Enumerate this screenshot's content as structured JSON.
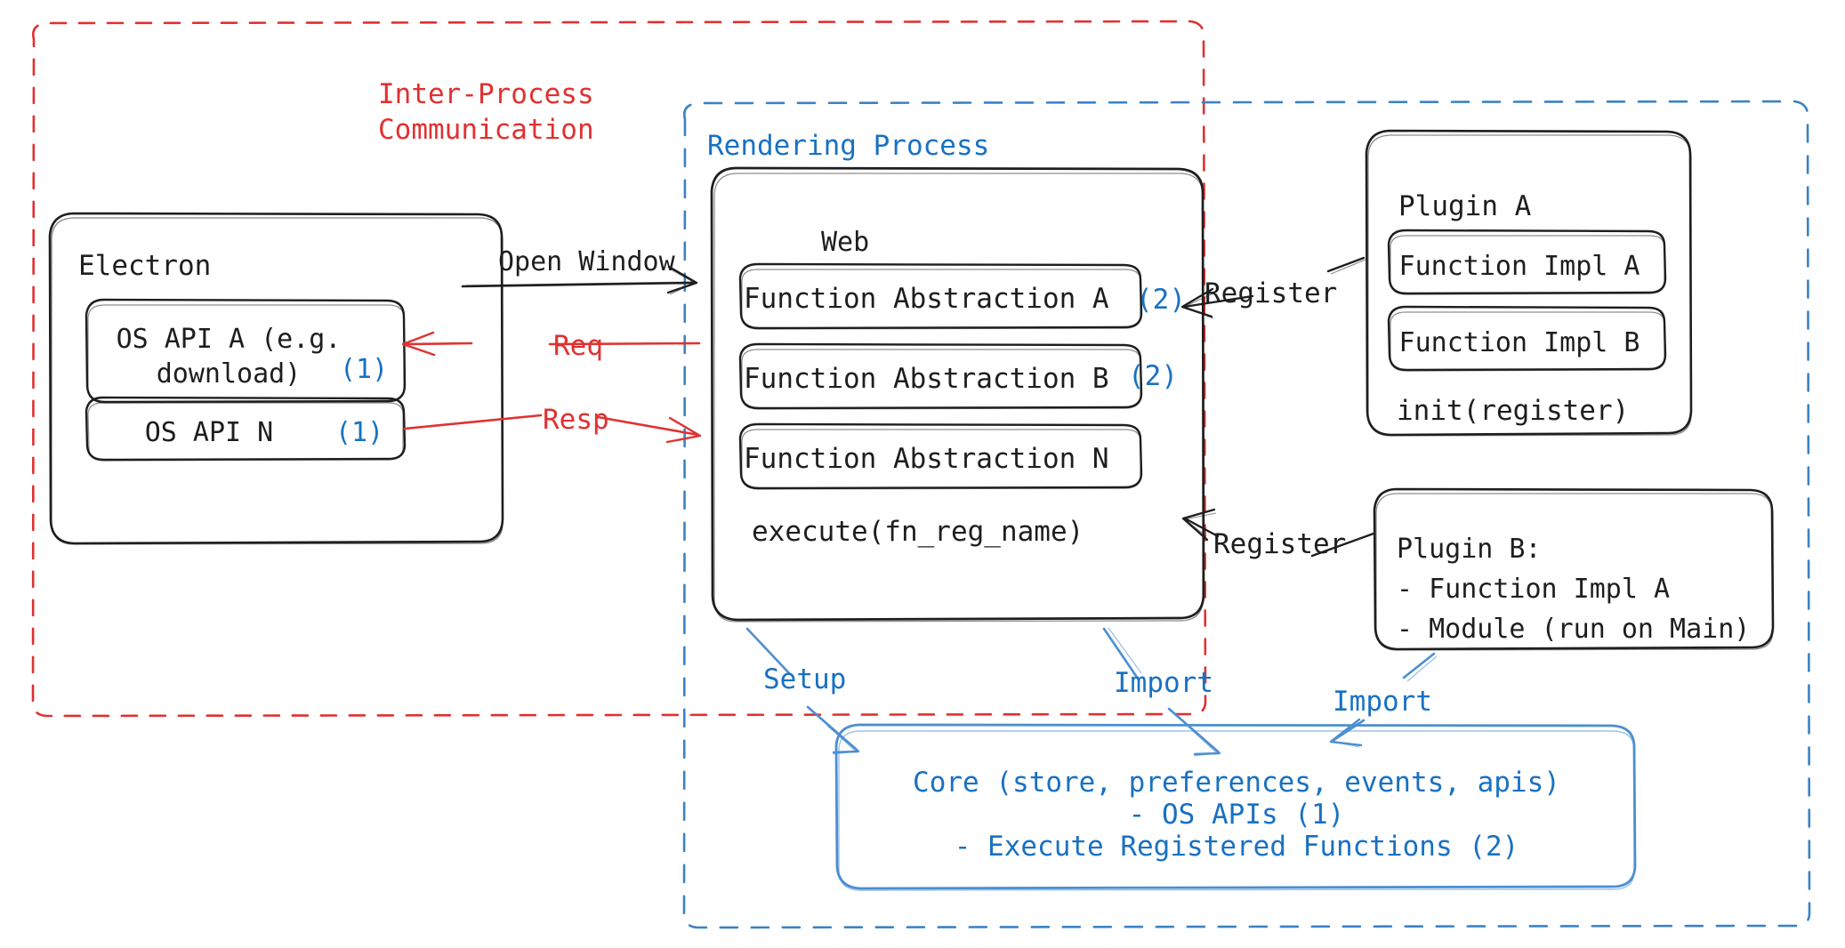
{
  "diagram": {
    "title": "Electron plugin architecture diagram",
    "colors": {
      "ink": "#1e1e1e",
      "red": "#e03131",
      "blue": "#1971c2",
      "blue_light": "#4c8fd0"
    },
    "regions": {
      "ipc": {
        "label": "Inter-Process\nCommunication",
        "color": "#e03131",
        "style": "dashed"
      },
      "rendering": {
        "label": "Rendering Process",
        "color": "#1971c2",
        "style": "dashed"
      }
    },
    "nodes": {
      "electron": {
        "title": "Electron",
        "items": [
          {
            "text": "OS API A (e.g.\ndownload)",
            "badge": "(1)"
          },
          {
            "text": "OS API N",
            "badge": "(1)"
          }
        ]
      },
      "web": {
        "title": "Web",
        "items": [
          {
            "text": "Function Abstraction A",
            "badge": "(2)"
          },
          {
            "text": "Function Abstraction B",
            "badge": "(2)"
          },
          {
            "text": "Function Abstraction N",
            "badge": ""
          }
        ],
        "footer": "execute(fn_reg_name)"
      },
      "plugin_a": {
        "title": "Plugin A",
        "items": [
          {
            "text": "Function Impl A"
          },
          {
            "text": "Function Impl B"
          }
        ],
        "footer": "init(register)"
      },
      "plugin_b": {
        "lines": [
          "Plugin B:",
          "- Function Impl A",
          "- Module (run on Main)"
        ]
      },
      "core": {
        "lines": [
          "Core (store, preferences, events, apis)",
          "- OS APIs (1)",
          "- Execute Registered Functions (2)"
        ]
      }
    },
    "edges": {
      "open_window": {
        "label": "Open Window",
        "color": "#1e1e1e"
      },
      "req": {
        "label": "Req",
        "color": "#e03131"
      },
      "resp": {
        "label": "Resp",
        "color": "#e03131"
      },
      "register_a": {
        "label": "Register",
        "color": "#1e1e1e"
      },
      "register_b": {
        "label": "Register",
        "color": "#1e1e1e"
      },
      "setup": {
        "label": "Setup",
        "color": "#1971c2"
      },
      "import_web": {
        "label": "Import",
        "color": "#1971c2"
      },
      "import_plugin_b": {
        "label": "Import",
        "color": "#1971c2"
      }
    }
  }
}
